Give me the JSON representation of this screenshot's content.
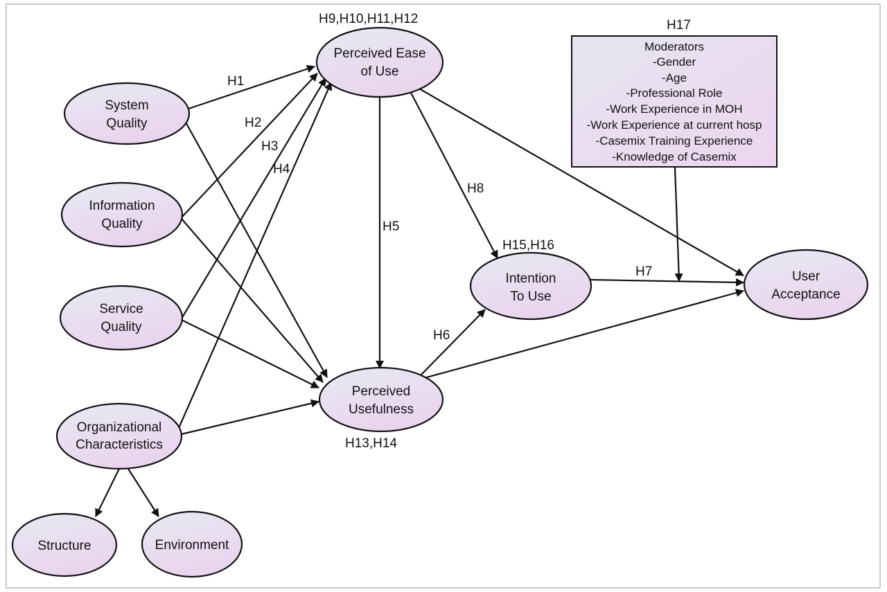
{
  "diagram": {
    "nodes": {
      "system_quality": [
        "System",
        "Quality"
      ],
      "information_quality": [
        "Information",
        "Quality"
      ],
      "service_quality": [
        "Service",
        "Quality"
      ],
      "organizational_characteristics": [
        "Organizational",
        "Characteristics"
      ],
      "structure": [
        "Structure"
      ],
      "environment": [
        "Environment"
      ],
      "perceived_ease_of_use": [
        "Perceived Ease",
        "of Use"
      ],
      "perceived_usefulness": [
        "Perceived",
        "Usefulness"
      ],
      "intention_to_use": [
        "Intention",
        "To Use"
      ],
      "user_acceptance": [
        "User",
        "Acceptance"
      ]
    },
    "moderators_box": {
      "title": "Moderators",
      "items": [
        "-Gender",
        "-Age",
        "-Professional Role",
        "-Work Experience in MOH",
        "-Work Experience at current hosp",
        "-Casemix Training Experience",
        "-Knowledge of Casemix"
      ]
    },
    "hypothesis_labels": {
      "h1": "H1",
      "h2": "H2",
      "h3": "H3",
      "h4": "H4",
      "h5": "H5",
      "h6": "H6",
      "h7": "H7",
      "h8": "H8",
      "peou_group": "H9,H10,H11,H12",
      "pu_group": "H13,H14",
      "itu_group": "H15,H16",
      "h17": "H17"
    },
    "colors": {
      "node_fill_top": "#e6eaf2",
      "node_fill_bottom": "#ead4ef",
      "stroke": "#111111",
      "frame_border": "#c8c8c8"
    }
  }
}
